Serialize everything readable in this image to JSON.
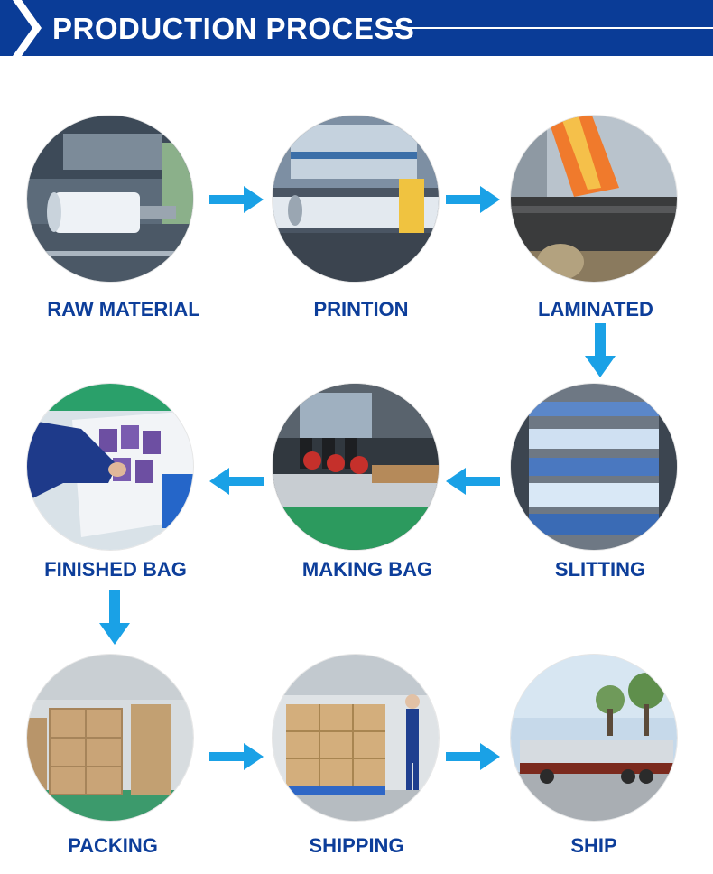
{
  "header": {
    "title": "PRODUCTION PROCESS"
  },
  "steps": [
    {
      "label": "RAW MATERIAL",
      "icon": "film-roll-machine-photo"
    },
    {
      "label": "PRINTION",
      "icon": "printing-machine-photo"
    },
    {
      "label": "LAMINATED",
      "icon": "laminating-roller-photo"
    },
    {
      "label": "SLITTING",
      "icon": "slitting-machine-photo"
    },
    {
      "label": "MAKING BAG",
      "icon": "bag-making-machine-photo"
    },
    {
      "label": "FINISHED BAG",
      "icon": "finished-bags-photo"
    },
    {
      "label": "PACKING",
      "icon": "packed-cartons-photo"
    },
    {
      "label": "SHIPPING",
      "icon": "warehouse-pallet-photo"
    },
    {
      "label": "SHIP",
      "icon": "truck-photo"
    }
  ],
  "colors": {
    "header": "#0a3c97",
    "label": "#0d3e9a",
    "arrow": "#1aa1e6"
  }
}
